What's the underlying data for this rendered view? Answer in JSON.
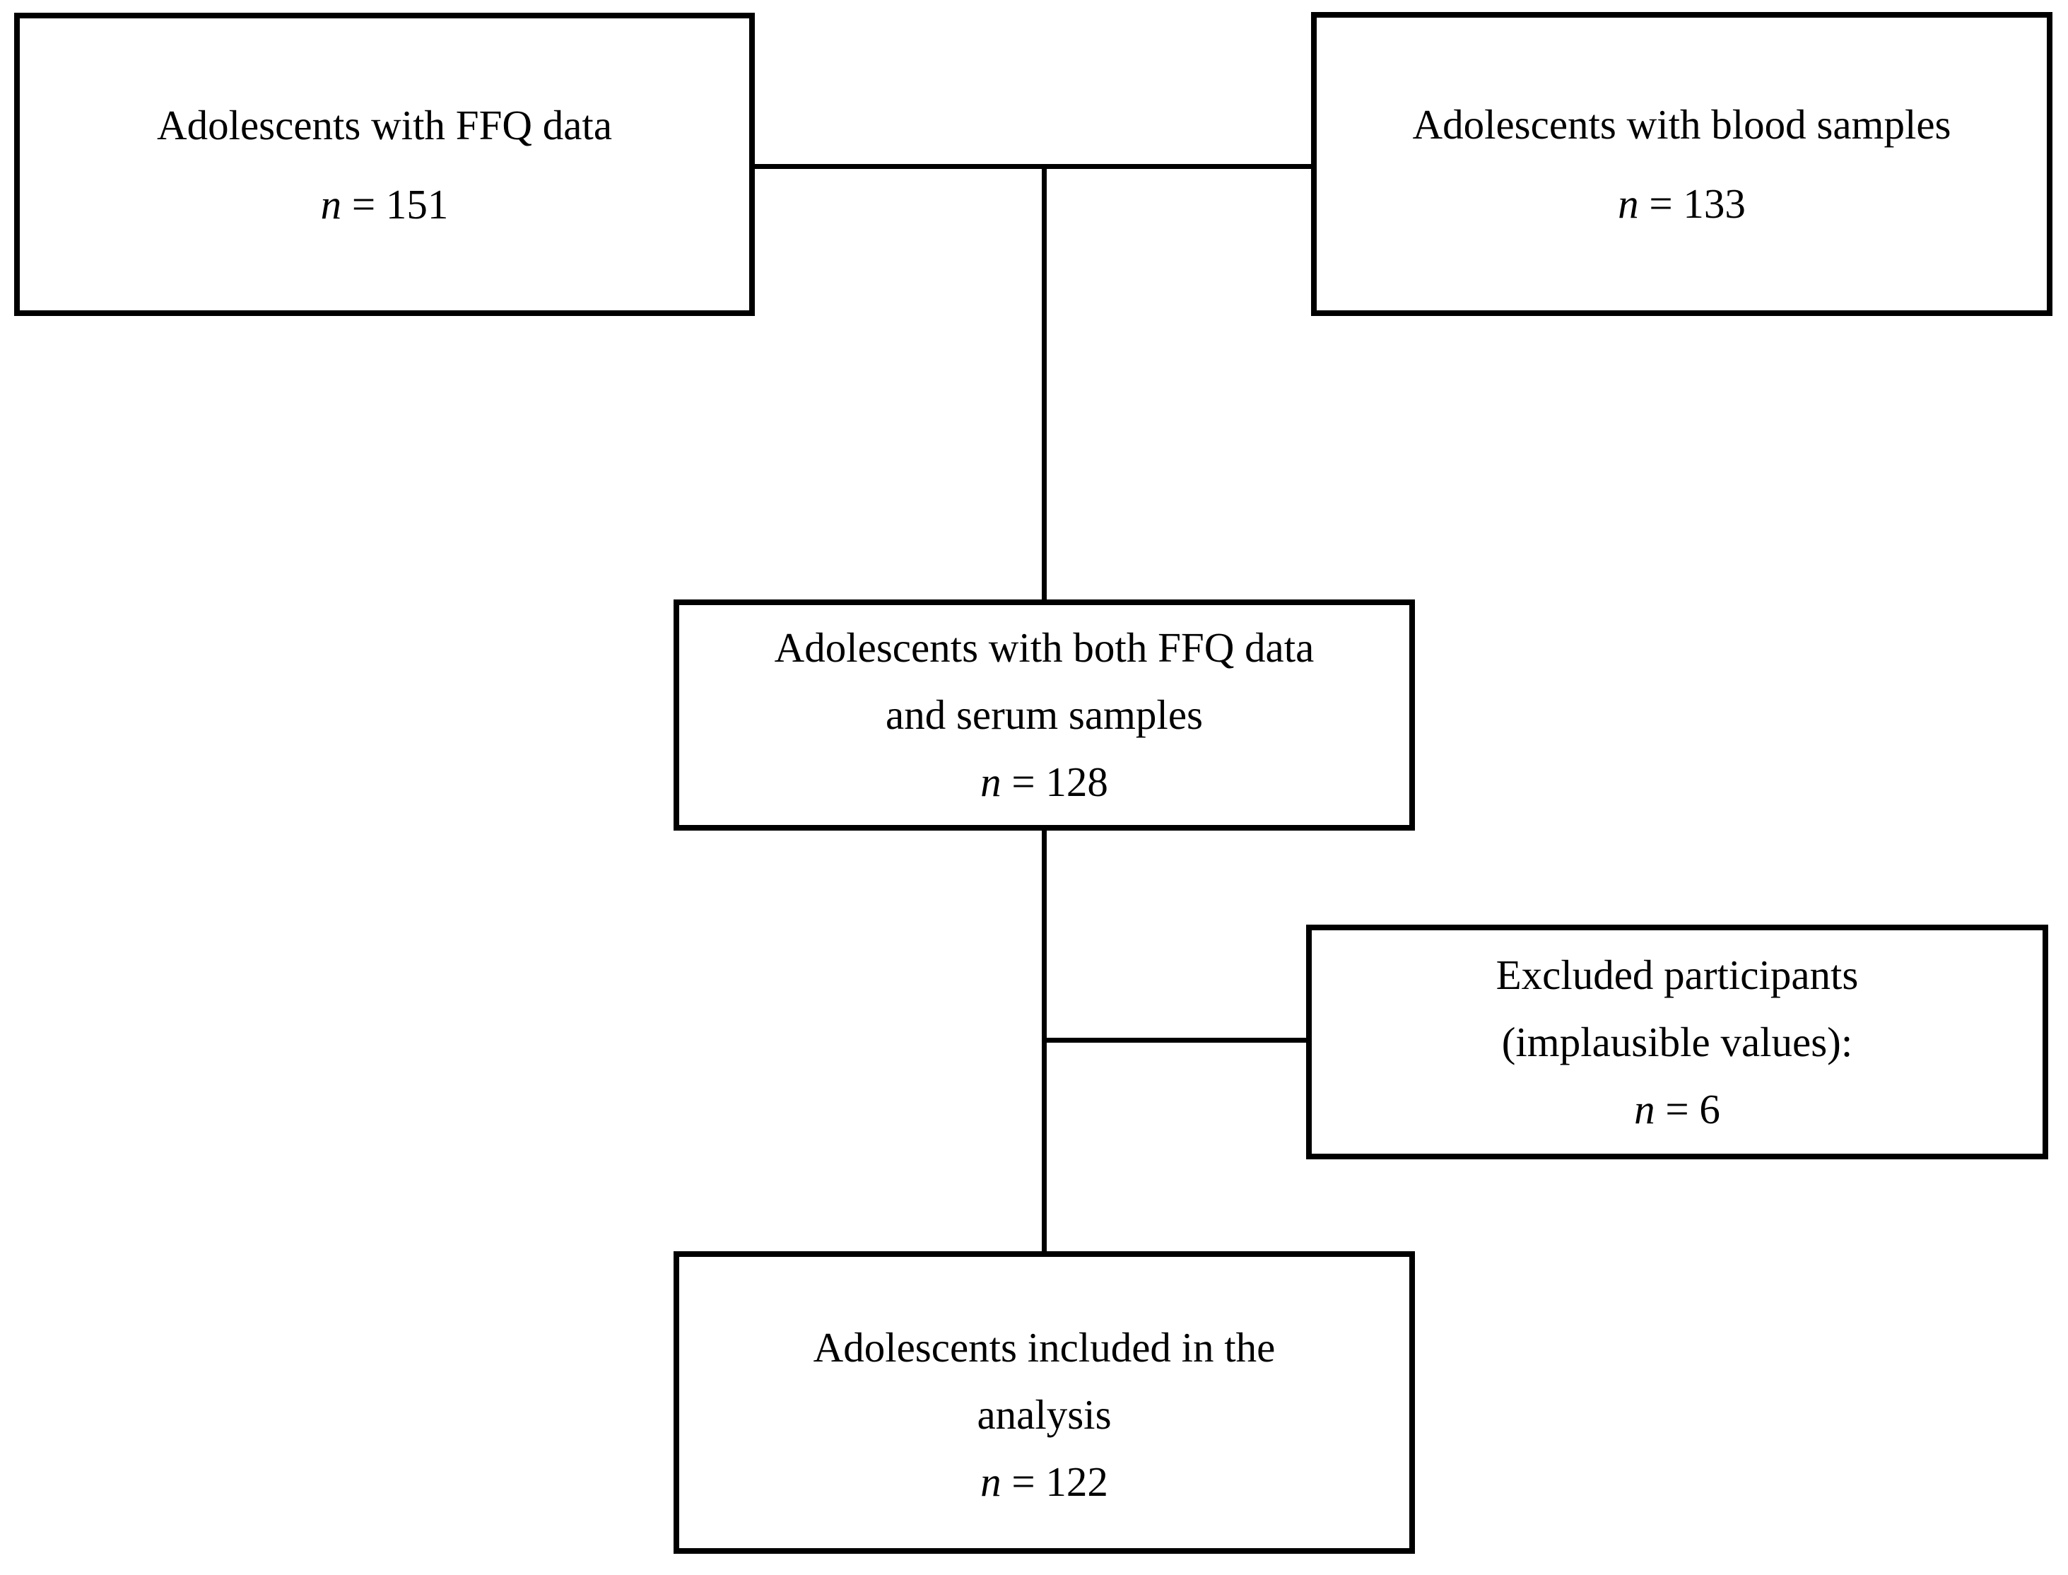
{
  "figure": {
    "type": "participant-flow-diagram",
    "background_color": "#ffffff",
    "box_border_color": "#000000",
    "text_color": "#000000"
  },
  "boxes": {
    "ffq": {
      "line1": "Adolescents with FFQ data",
      "n_label": "n",
      "n_rest": " = 151"
    },
    "blood": {
      "line1": "Adolescents with blood samples",
      "n_label": "n",
      "n_rest": " = 133"
    },
    "both": {
      "line1": "Adolescents with both FFQ data",
      "line2": "and serum samples",
      "n_label": "n",
      "n_rest": " = 128"
    },
    "excluded": {
      "line1": "Excluded participants",
      "line2": "(implausible values):",
      "n_label": "n",
      "n_rest": " = 6"
    },
    "included": {
      "line1": "Adolescents included in the",
      "line2": "analysis",
      "n_label": "n",
      "n_rest": " = 122"
    }
  },
  "connections": [
    {
      "from": "ffq",
      "to": "both"
    },
    {
      "from": "blood",
      "to": "both"
    },
    {
      "from": "both",
      "to": "included"
    },
    {
      "from": "both",
      "to": "excluded"
    }
  ]
}
